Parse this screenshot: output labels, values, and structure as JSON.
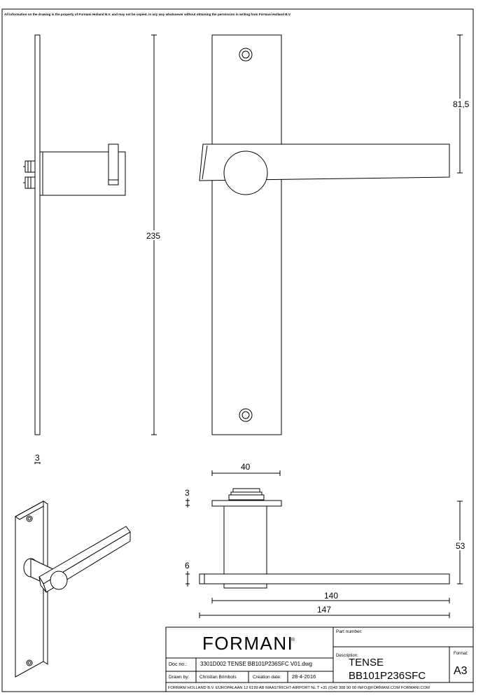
{
  "notice": "All information on the drawing is the property of Formani Holland B.V. and may not be copied, in any way whatsoever without obtaining the permission in writing from Formani Holland B.V",
  "dimensions": {
    "height_total": "235",
    "top_to_handle": "81,5",
    "plate_thickness": "3",
    "rose_width": "40",
    "rose_thickness": "3",
    "handle_projection": "53",
    "lever_thickness": "6",
    "lever_length": "140",
    "lever_length_total": "147"
  },
  "title_block": {
    "logo": "FORMANI",
    "logo_mark": "®",
    "part_number_label": "Part number:",
    "description_label": "Description:",
    "description_line1": "TENSE",
    "description_line2": "BB101P236SFC",
    "format_label": "Format:",
    "format_value": "A3",
    "doc_no_label": "Doc no.:",
    "doc_no_value": "3301D002 TENSE BB101P236SFC V01.dwg",
    "drawn_by_label": "Drawn by:",
    "drawn_by_value": "Christian Brimbols",
    "creation_date_label": "Creation date:",
    "creation_date_value": "28-4-2016",
    "footer": "FORMANI HOLLAND B.V.  EUROPALAAN 12  6199 AB MAASTRICHT-AIRPORT NL  T +31 (0)43 308 90 00 INFO@FORMANI.COM FORMANI.COM"
  }
}
